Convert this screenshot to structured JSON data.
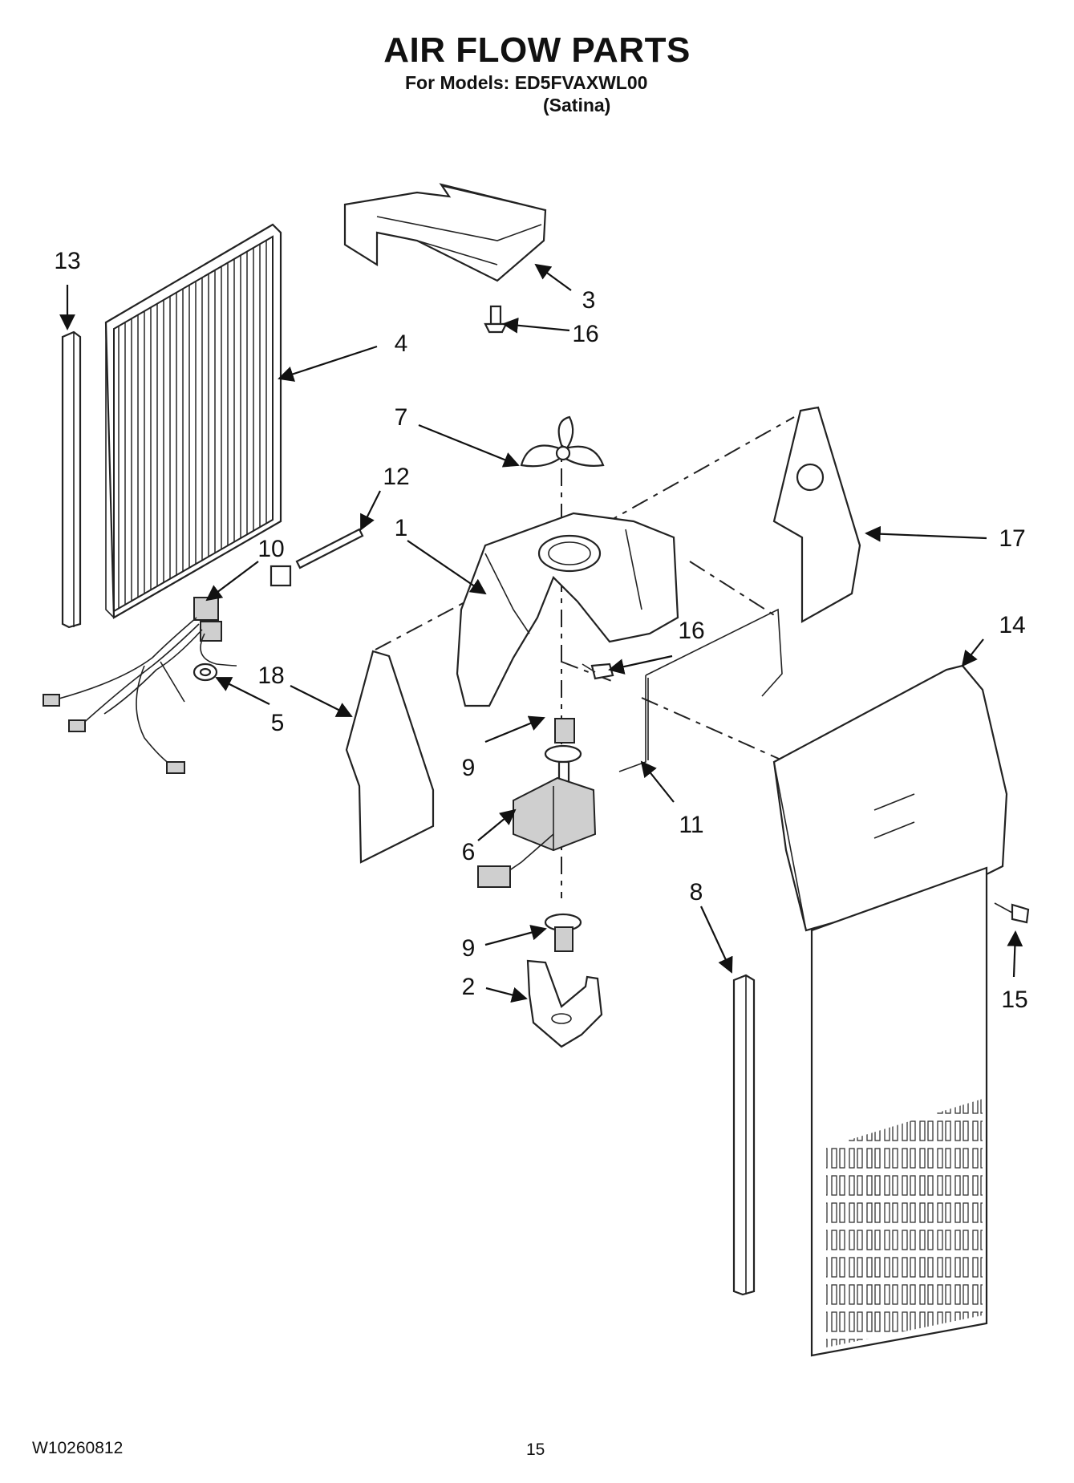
{
  "header": {
    "title": "AIR FLOW PARTS",
    "models_line": "For Models: ED5FVAXWL00",
    "variant": "(Satina)"
  },
  "callouts": {
    "p1": "1",
    "p2": "2",
    "p3": "3",
    "p4": "4",
    "p5": "5",
    "p6": "6",
    "p7": "7",
    "p8": "8",
    "p9a": "9",
    "p9b": "9",
    "p10": "10",
    "p11": "11",
    "p12": "12",
    "p13": "13",
    "p14": "14",
    "p15": "15",
    "p16a": "16",
    "p16b": "16",
    "p17": "17",
    "p18": "18"
  },
  "footer": {
    "doc_number": "W10260812",
    "page_number": "15"
  }
}
